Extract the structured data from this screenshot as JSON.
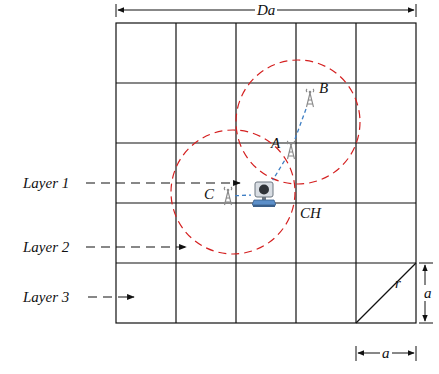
{
  "diagram": {
    "nodes": [
      {
        "text": [
          "B"
        ]
      },
      {
        "text": [
          "A"
        ]
      },
      {
        "text": [
          "C"
        ]
      },
      {
        "text": [
          "CH"
        ]
      }
    ],
    "edges": [
      {
        "from": 0,
        "to": 1,
        "arrow": "none"
      },
      {
        "from": 1,
        "to": 3,
        "arrow": "none"
      },
      {
        "from": 2,
        "to": 3,
        "arrow": "none"
      }
    ],
    "labels": [
      "Da",
      "Layer 1",
      "Layer 2",
      "Layer 3",
      "r",
      "a",
      "a"
    ]
  }
}
